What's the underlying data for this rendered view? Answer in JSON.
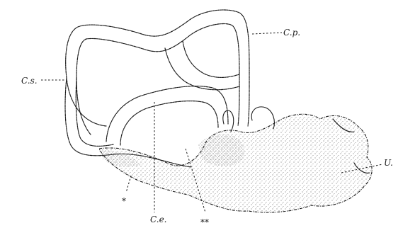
{
  "figure": {
    "labels": {
      "cp": "C.p.",
      "cs": "C.s.",
      "ce": "C.e.",
      "u": "U.",
      "star1": "*",
      "star2": "**"
    }
  }
}
